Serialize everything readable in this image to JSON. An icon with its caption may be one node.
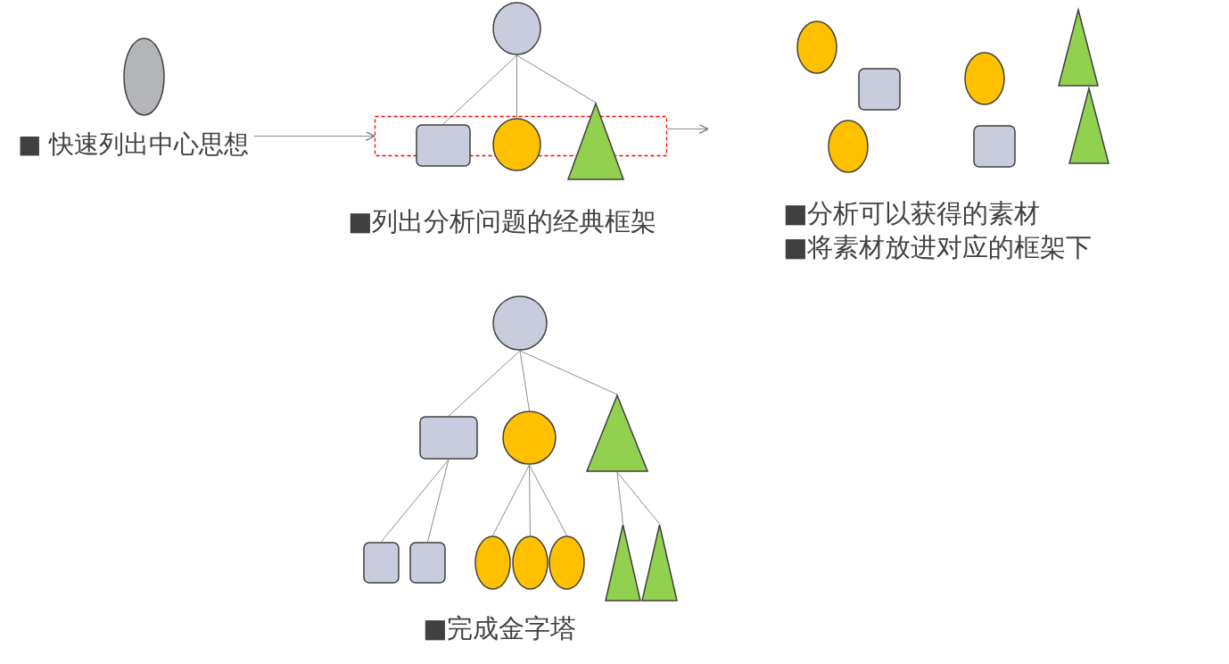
{
  "diagram": {
    "nodes": [
      {
        "text": [],
        "shape": "ellipse"
      },
      {
        "text": [
          "■ 快速列出中心思想"
        ]
      },
      {
        "text": [],
        "shape": "circle"
      },
      {
        "text": [],
        "shape": "box"
      },
      {
        "text": [],
        "shape": "box"
      },
      {
        "text": [],
        "shape": "circle"
      },
      {
        "text": [],
        "shape": "triangle"
      },
      {
        "text": [],
        "shape": "ellipse"
      },
      {
        "text": [],
        "shape": "box"
      },
      {
        "text": [],
        "shape": "ellipse"
      },
      {
        "text": [],
        "shape": "triangle"
      },
      {
        "text": [],
        "shape": "ellipse"
      },
      {
        "text": [],
        "shape": "box"
      },
      {
        "text": [],
        "shape": "triangle"
      },
      {
        "text": [],
        "shape": "circle"
      },
      {
        "text": [],
        "shape": "box"
      },
      {
        "text": [],
        "shape": "circle"
      },
      {
        "text": [],
        "shape": "triangle"
      },
      {
        "text": [],
        "shape": "box"
      },
      {
        "text": [],
        "shape": "box"
      },
      {
        "text": [],
        "shape": "ellipse"
      },
      {
        "text": [],
        "shape": "ellipse"
      },
      {
        "text": [],
        "shape": "ellipse"
      },
      {
        "text": [],
        "shape": "triangle"
      },
      {
        "text": [],
        "shape": "triangle"
      }
    ],
    "edges": [
      {
        "from": 1,
        "to": 3,
        "arrow": "to"
      },
      {
        "from": 3,
        "to": null,
        "arrow": "to"
      },
      {
        "from": 2,
        "to": 4,
        "arrow": "none"
      },
      {
        "from": 2,
        "to": 5,
        "arrow": "none"
      },
      {
        "from": 2,
        "to": 6,
        "arrow": "none"
      },
      {
        "from": 14,
        "to": 15,
        "arrow": "none"
      },
      {
        "from": 14,
        "to": 16,
        "arrow": "none"
      },
      {
        "from": 14,
        "to": 17,
        "arrow": "none"
      },
      {
        "from": 15,
        "to": 18,
        "arrow": "none"
      },
      {
        "from": 15,
        "to": 19,
        "arrow": "none"
      },
      {
        "from": 16,
        "to": 20,
        "arrow": "none"
      },
      {
        "from": 16,
        "to": 21,
        "arrow": "none"
      },
      {
        "from": 16,
        "to": 22,
        "arrow": "none"
      },
      {
        "from": 17,
        "to": 23,
        "arrow": "none"
      },
      {
        "from": 17,
        "to": 24,
        "arrow": "none"
      }
    ],
    "labels": [
      "■列出分析问题的经典框架",
      "■分析可以获得的素材",
      "■将素材放进对应的框架下",
      "■完成金字塔"
    ]
  }
}
